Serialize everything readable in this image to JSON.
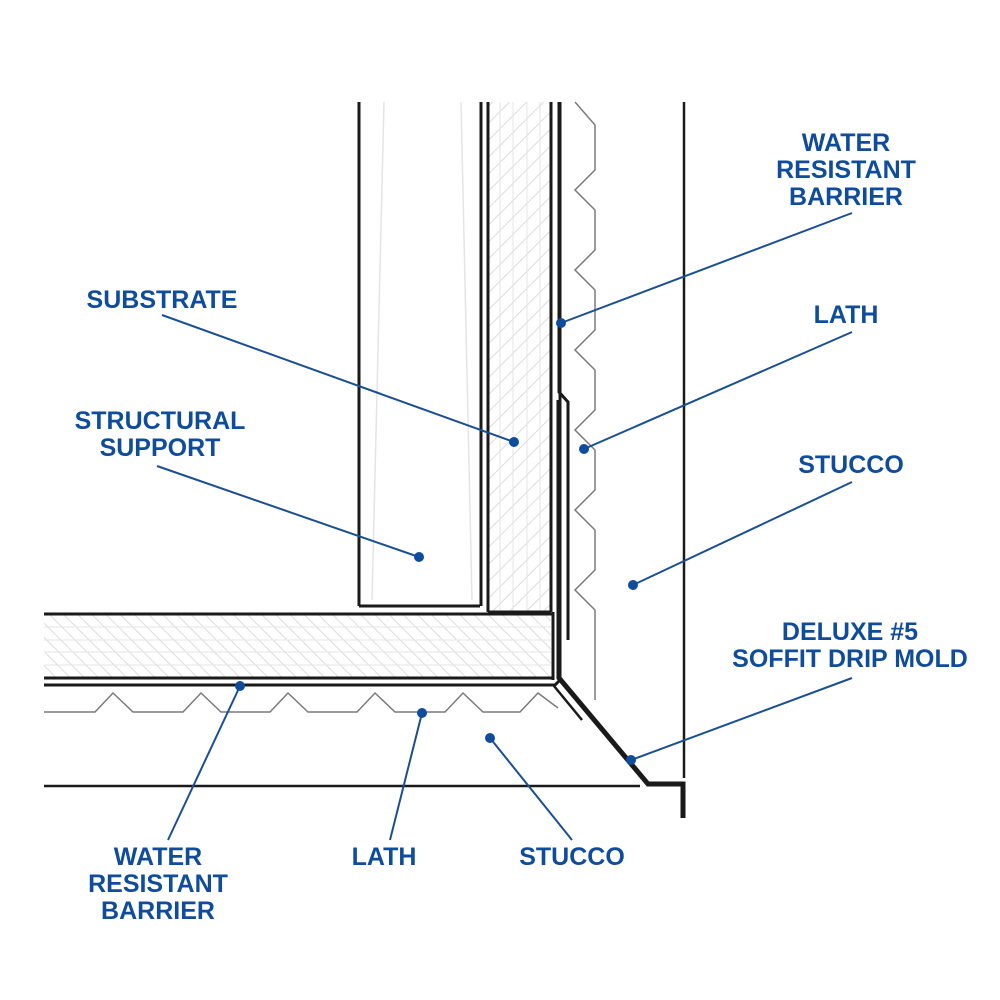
{
  "title": "Deluxe #5 Soffit Drip Mold Detail",
  "colors": {
    "label": "#0f4c9c",
    "leader": "#1a4f95",
    "line": "#1a1a1a",
    "hatch": "#d9d9d9",
    "lath": "#777777"
  },
  "labels": {
    "wrb_top": [
      "WATER",
      "RESISTANT",
      "BARRIER"
    ],
    "lath_right": [
      "LATH"
    ],
    "substrate": [
      "SUBSTRATE"
    ],
    "structural_support": [
      "STRUCTURAL",
      "SUPPORT"
    ],
    "stucco_right": [
      "STUCCO"
    ],
    "drip_mold": [
      "DELUXE #5",
      "SOFFIT DRIP MOLD"
    ],
    "wrb_bottom": [
      "WATER",
      "RESISTANT",
      "BARRIER"
    ],
    "lath_bottom": [
      "LATH"
    ],
    "stucco_bottom": [
      "STUCCO"
    ]
  }
}
